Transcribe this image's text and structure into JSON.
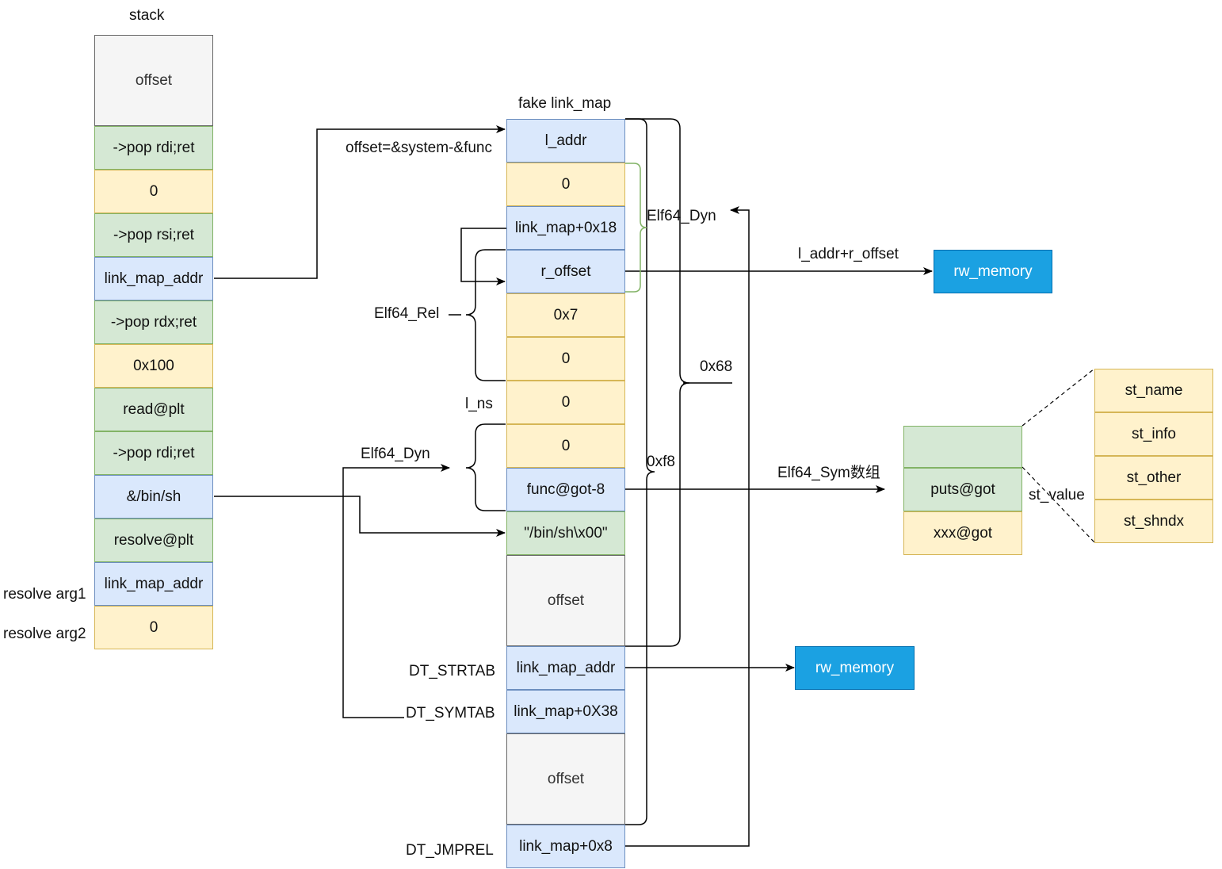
{
  "stack": {
    "title": "stack",
    "cells": [
      {
        "label": "offset",
        "color": "gray"
      },
      {
        "label": "->pop rdi;ret",
        "color": "green"
      },
      {
        "label": "0",
        "color": "yellow"
      },
      {
        "label": "->pop rsi;ret",
        "color": "green"
      },
      {
        "label": "link_map_addr",
        "color": "blue"
      },
      {
        "label": "->pop rdx;ret",
        "color": "green"
      },
      {
        "label": "0x100",
        "color": "yellow"
      },
      {
        "label": "read@plt",
        "color": "green"
      },
      {
        "label": "->pop rdi;ret",
        "color": "green"
      },
      {
        "label": "&/bin/sh",
        "color": "blue"
      },
      {
        "label": "resolve@plt",
        "color": "green"
      },
      {
        "label": "link_map_addr",
        "color": "blue"
      },
      {
        "label": "0",
        "color": "yellow"
      }
    ],
    "side_labels": {
      "arg1": "resolve arg1",
      "arg2": "resolve arg2"
    }
  },
  "link_map": {
    "title": "fake link_map",
    "cells": [
      {
        "label": "l_addr",
        "color": "blue"
      },
      {
        "label": "0",
        "color": "yellow"
      },
      {
        "label": "link_map+0x18",
        "color": "blue"
      },
      {
        "label": "r_offset",
        "color": "blue"
      },
      {
        "label": "0x7",
        "color": "yellow"
      },
      {
        "label": "0",
        "color": "yellow"
      },
      {
        "label": "0",
        "color": "yellow"
      },
      {
        "label": "0",
        "color": "yellow"
      },
      {
        "label": "func@got-8",
        "color": "blue"
      },
      {
        "label": "\"/bin/sh\\x00\"",
        "color": "green"
      },
      {
        "label": "offset",
        "color": "gray"
      },
      {
        "label": "link_map_addr",
        "color": "blue"
      },
      {
        "label": "link_map+0X38",
        "color": "blue"
      },
      {
        "label": "offset",
        "color": "gray"
      },
      {
        "label": "link_map+0x8",
        "color": "blue"
      }
    ]
  },
  "labels": {
    "offset_formula": "offset=&system-&func",
    "elf64_dyn_top": "Elf64_Dyn",
    "elf64_rel": "Elf64_Rel",
    "l_ns": "l_ns",
    "elf64_dyn_mid": "Elf64_Dyn",
    "dt_strtab": "DT_STRTAB",
    "dt_symtab": "DT_SYMTAB",
    "dt_jmprel": "DT_JMPREL",
    "l_addr_r_offset": "l_addr+r_offset",
    "hex_68": "0x68",
    "hex_f8": "0xf8",
    "sym_array": "Elf64_Sym数组",
    "st_value": "st_value"
  },
  "rw_memory_top": "rw_memory",
  "rw_memory_bottom": "rw_memory",
  "got": {
    "cells": [
      {
        "label": "",
        "color": "green"
      },
      {
        "label": "puts@got",
        "color": "green"
      },
      {
        "label": "xxx@got",
        "color": "yellow"
      }
    ]
  },
  "sym_fields": {
    "cells": [
      {
        "label": "st_name",
        "color": "yellow"
      },
      {
        "label": "st_info",
        "color": "yellow"
      },
      {
        "label": "st_other",
        "color": "yellow"
      },
      {
        "label": "st_shndx",
        "color": "yellow"
      }
    ]
  },
  "colors": {
    "green_fill": "#d5e8d4",
    "green_stroke": "#82b366",
    "yellow_fill": "#fff2cc",
    "yellow_stroke": "#d6b656",
    "blue_fill": "#dae8fc",
    "blue_stroke": "#6c8ebf",
    "gray_fill": "#f5f5f5",
    "gray_stroke": "#666666",
    "accent_fill": "#1ba1e2"
  }
}
